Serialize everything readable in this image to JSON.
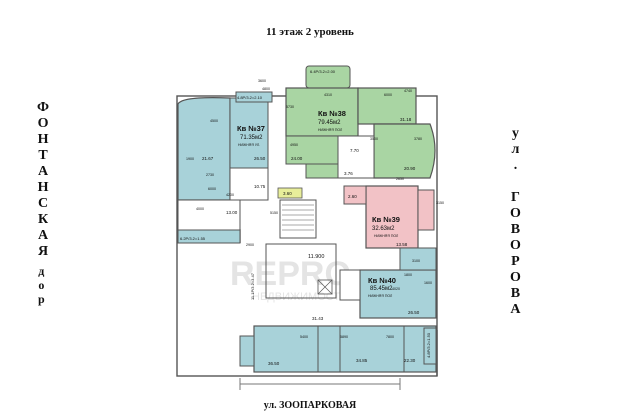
{
  "header": {
    "title": "11 этаж  2 уровень"
  },
  "streets": {
    "left": [
      "Ф",
      "О",
      "Н",
      "Т",
      "А",
      "Н",
      "С",
      "К",
      "А",
      "Я"
    ],
    "left_tail": [
      "д",
      "о",
      "р"
    ],
    "right": [
      "у",
      "л",
      ".",
      "",
      "Г",
      "О",
      "В",
      "О",
      "Р",
      "О",
      "В",
      "А"
    ],
    "bottom": "ул. ЗООПАРКОВАЯ"
  },
  "colors": {
    "green": "#a9d5a3",
    "blue": "#a8d2d9",
    "pink": "#f2c2c6",
    "white_room": "#ffffff",
    "wall": "#555555",
    "yellow": "#e8ee9a"
  },
  "apartments": [
    {
      "id": "kv37",
      "name": "Кв №37",
      "area": "71.35м2",
      "sub": "НИЖНЯЯ УЛ."
    },
    {
      "id": "kv38",
      "name": "Кв №38",
      "area": "79.45м2",
      "sub": "НИЖНЯЯ ПОЛ"
    },
    {
      "id": "kv39",
      "name": "Кв №39",
      "area": "32.63м2",
      "sub": "НИЖНЯЯ ПОЛ"
    },
    {
      "id": "kv40",
      "name": "Кв №40",
      "area": "85.45м2",
      "sub": "НИЖНЯЯ ПОЛ"
    }
  ],
  "room_labels": {
    "terrace_top": "6.4Р/3.2=2.00",
    "terrace_left": "4.8Р/3.2=2.10",
    "terrace_bl": "6.2Р/3.2=1.55",
    "terrace_right": "4.8Р/3.2=1.50",
    "balcony_left_vertical": "11.1Р/3.2=3.47",
    "elevator_area": "11.900",
    "yellow_box": "3.60",
    "left_col_a": "21.67",
    "left_col_b": "26.50",
    "left_col_c": "13.00",
    "left_col_d": "10.75",
    "left_col_e": "14.79",
    "green_a": "31.18",
    "green_b": "24.00",
    "green_c": "7.70",
    "green_d": "20.90",
    "green_e": "3.76",
    "pink_a": "2.60",
    "pink_b": "13.58",
    "blue_a": "26.50",
    "blue_b": "22.38",
    "bottom_a": "36.50",
    "bottom_b": "31.43",
    "bottom_c": "22.30",
    "bottom_d": "34.85"
  },
  "dims": [
    "3600",
    "4800",
    "4310",
    "5730",
    "2730",
    "4000",
    "6000",
    "4740",
    "3780",
    "2650",
    "5400",
    "5890",
    "7800",
    "4500",
    "4020",
    "3150",
    "1900",
    "2900",
    "6000",
    "4200",
    "3100",
    "1800",
    "1600",
    "3500",
    "4950",
    "5150"
  ],
  "watermark": {
    "line1": "REPRO",
    "line2": "НЕДВИЖИМОСТИ"
  }
}
